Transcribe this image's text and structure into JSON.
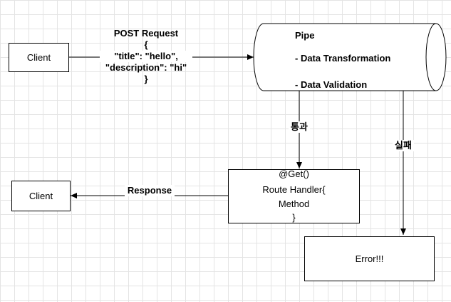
{
  "nodes": {
    "client_top": "Client",
    "client_bottom": "Client",
    "pipe": {
      "title": "Pipe",
      "line1": "- Data Transformation",
      "line2": "- Data Validation"
    },
    "handler": {
      "line1": "@Get()",
      "line2": "Route Handler{",
      "line3": "Method",
      "line4": "}"
    },
    "error": "Error!!!"
  },
  "edges": {
    "request": {
      "line1": "POST Request",
      "line2": "{",
      "line3": "\"title\": \"hello\",",
      "line4": "\"description\": \"hi\"",
      "line5": "}"
    },
    "pass": "통과",
    "fail": "실패",
    "response": "Response"
  }
}
